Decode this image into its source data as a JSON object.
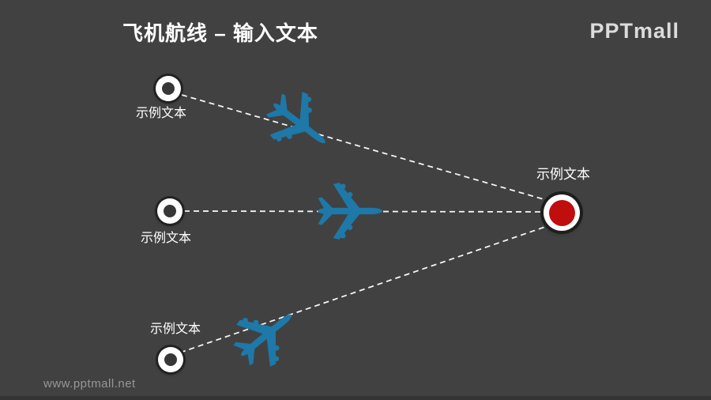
{
  "slide": {
    "title": "飞机航线 – 输入文本",
    "brand": "PPTmall",
    "watermark": "www.pptmall.net",
    "colors": {
      "background": "#414141",
      "title_text": "#ffffff",
      "airplane": "#1e78a8",
      "route_dash": "#f5f5f5",
      "destination_core": "#c00d0d",
      "origin_core": "#373737",
      "node_ring": "#ffffff",
      "watermark_text": "#979797"
    }
  },
  "diagram": {
    "origins": [
      {
        "label": "示例文本"
      },
      {
        "label": "示例文本"
      },
      {
        "label": "示例文本"
      }
    ],
    "destination": {
      "label": "示例文本"
    },
    "routes_count": 3,
    "airplane_icon": "top-view-jet"
  }
}
